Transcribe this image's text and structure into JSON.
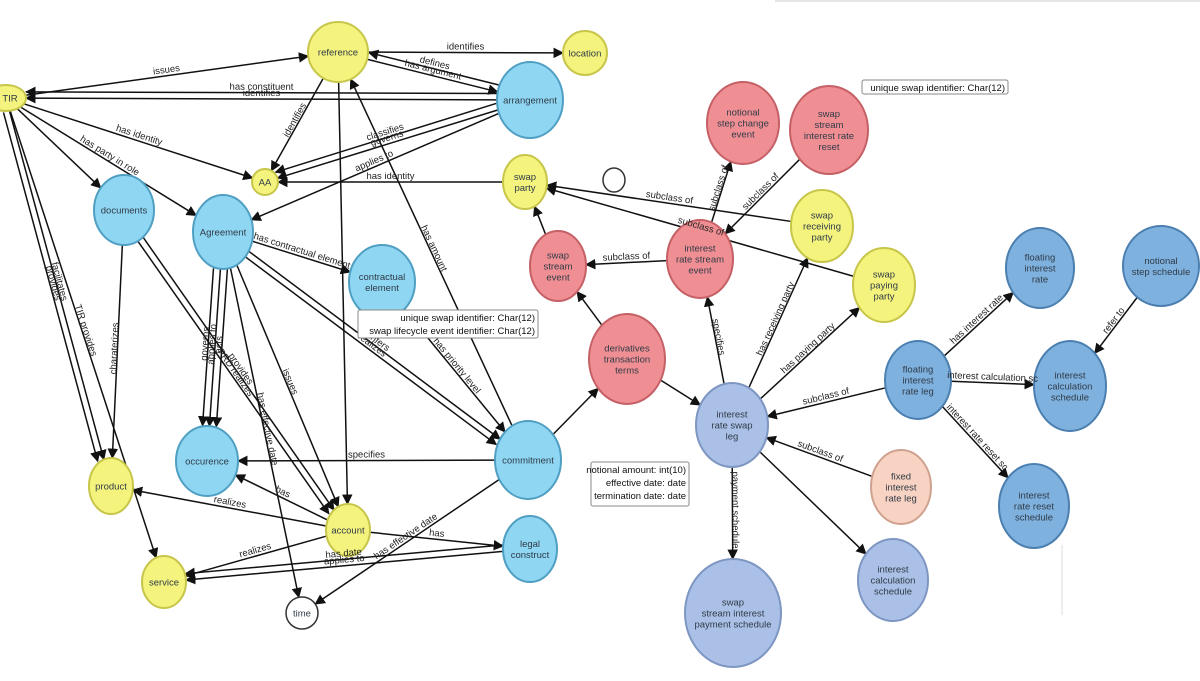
{
  "colors": {
    "yellow": "#f4f37e",
    "cyan": "#8fd6f2",
    "pink": "#f08f93",
    "blue": "#7fb1df",
    "lavender": "#aac0e6",
    "peach": "#f8d2c2",
    "white": "#ffffff",
    "stroke_yellow": "#c7c64a",
    "stroke_cyan": "#4f9fc3",
    "stroke_pink": "#c46066",
    "stroke_blue": "#4b7fb0",
    "stroke_lavender": "#7e96c2",
    "stroke_peach": "#cfa18f",
    "stroke_white": "#333333"
  },
  "nodes": [
    {
      "id": "tir",
      "lines": [
        "TIR"
      ],
      "color": "yellow"
    },
    {
      "id": "reference",
      "lines": [
        "reference"
      ],
      "color": "yellow"
    },
    {
      "id": "location",
      "lines": [
        "location"
      ],
      "color": "yellow"
    },
    {
      "id": "arrangement",
      "lines": [
        "arrangement"
      ],
      "color": "cyan"
    },
    {
      "id": "aa",
      "lines": [
        "AA"
      ],
      "color": "yellow"
    },
    {
      "id": "documents",
      "lines": [
        "documents"
      ],
      "color": "cyan"
    },
    {
      "id": "agreement",
      "lines": [
        "Agreement"
      ],
      "color": "cyan"
    },
    {
      "id": "contractual_element",
      "lines": [
        "contractual",
        "element"
      ],
      "color": "cyan"
    },
    {
      "id": "swap_party",
      "lines": [
        "swap",
        "party"
      ],
      "color": "yellow"
    },
    {
      "id": "small_circle",
      "lines": [],
      "color": "white"
    },
    {
      "id": "notional_step_change_event",
      "lines": [
        "notional",
        "step change",
        "event"
      ],
      "color": "pink"
    },
    {
      "id": "swap_stream_interest_rate_reset",
      "lines": [
        "swap",
        "stream",
        "interest rate",
        "reset"
      ],
      "color": "pink"
    },
    {
      "id": "swap_receiving_party",
      "lines": [
        "swap",
        "receiving",
        "party"
      ],
      "color": "yellow"
    },
    {
      "id": "swap_paying_party",
      "lines": [
        "swap",
        "paying",
        "party"
      ],
      "color": "yellow"
    },
    {
      "id": "swap_stream_event",
      "lines": [
        "swap",
        "stream",
        "event"
      ],
      "color": "pink"
    },
    {
      "id": "interest_rate_stream_event",
      "lines": [
        "interest",
        "rate stream",
        "event"
      ],
      "color": "pink"
    },
    {
      "id": "derivatives_transaction_terms",
      "lines": [
        "derivatives",
        "transaction",
        "terms"
      ],
      "color": "pink"
    },
    {
      "id": "interest_rate_swap_leg",
      "lines": [
        "interest",
        "rate swap",
        "leg"
      ],
      "color": "lavender"
    },
    {
      "id": "floating_interest_rate",
      "lines": [
        "floating",
        "interest",
        "rate"
      ],
      "color": "blue"
    },
    {
      "id": "notional_step_schedule",
      "lines": [
        "notional",
        "step schedule"
      ],
      "color": "blue"
    },
    {
      "id": "floating_interest_rate_leg",
      "lines": [
        "floating",
        "interest",
        "rate leg"
      ],
      "color": "blue"
    },
    {
      "id": "interest_calculation_schedule_r",
      "lines": [
        "interest",
        "calculation",
        "schedule"
      ],
      "color": "blue"
    },
    {
      "id": "interest_rate_reset_schedule",
      "lines": [
        "interest",
        "rate reset",
        "schedule"
      ],
      "color": "blue"
    },
    {
      "id": "fixed_interest_rate_leg",
      "lines": [
        "fixed",
        "interest",
        "rate leg"
      ],
      "color": "peach"
    },
    {
      "id": "interest_calculation_schedule_b",
      "lines": [
        "interest",
        "calculation",
        "schedule"
      ],
      "color": "lavender"
    },
    {
      "id": "swap_stream_interest_payment_schedule",
      "lines": [
        "swap",
        "stream interest",
        "payment schedule"
      ],
      "color": "lavender"
    },
    {
      "id": "product",
      "lines": [
        "product"
      ],
      "color": "yellow"
    },
    {
      "id": "occurence",
      "lines": [
        "occurence"
      ],
      "color": "cyan"
    },
    {
      "id": "commitment",
      "lines": [
        "commitment"
      ],
      "color": "cyan"
    },
    {
      "id": "account",
      "lines": [
        "account"
      ],
      "color": "yellow"
    },
    {
      "id": "legal_construct",
      "lines": [
        "legal",
        "construct"
      ],
      "color": "cyan"
    },
    {
      "id": "service",
      "lines": [
        "service"
      ],
      "color": "yellow"
    },
    {
      "id": "time",
      "lines": [
        "time"
      ],
      "color": "white"
    }
  ],
  "edges": [
    {
      "from": "tir",
      "to": "reference",
      "label": "issues"
    },
    {
      "from": "arrangement",
      "to": "tir",
      "label": "identifies"
    },
    {
      "from": "reference",
      "to": "location",
      "label": "identifies"
    },
    {
      "from": "reference",
      "to": "arrangement",
      "label": "has argument"
    },
    {
      "from": "arrangement",
      "to": "reference",
      "label": "defines"
    },
    {
      "from": "arrangement",
      "to": "tir",
      "label": "has constituent"
    },
    {
      "from": "tir",
      "to": "aa",
      "label": "has identity"
    },
    {
      "from": "tir",
      "to": "agreement",
      "label": "has party in role"
    },
    {
      "from": "reference",
      "to": "aa",
      "label": "identifies"
    },
    {
      "from": "arrangement",
      "to": "aa",
      "label": "governs"
    },
    {
      "from": "arrangement",
      "to": "aa",
      "label": "classifies"
    },
    {
      "from": "arrangement",
      "to": "agreement",
      "label": "applies to"
    },
    {
      "from": "swap_party",
      "to": "aa",
      "label": "has identity"
    },
    {
      "from": "tir",
      "to": "documents",
      "label": ""
    },
    {
      "from": "tir",
      "to": "product",
      "label": "facilitates"
    },
    {
      "from": "tir",
      "to": "product",
      "label": "provides"
    },
    {
      "from": "tir",
      "to": "service",
      "label": "TIR provides"
    },
    {
      "from": "documents",
      "to": "product",
      "label": "charaterizes"
    },
    {
      "from": "documents",
      "to": "account",
      "label": "provides"
    },
    {
      "from": "documents",
      "to": "account",
      "label": "PRD realizes"
    },
    {
      "from": "agreement",
      "to": "contractual_element",
      "label": "has contractual element"
    },
    {
      "from": "agreement",
      "to": "occurence",
      "label": "applies to"
    },
    {
      "from": "agreement",
      "to": "occurence",
      "label": "governs"
    },
    {
      "from": "agreement",
      "to": "occurence",
      "label": "acts"
    },
    {
      "from": "agreement",
      "to": "account",
      "label": "issues"
    },
    {
      "from": "agreement",
      "to": "time",
      "label": "has effective date"
    },
    {
      "from": "agreement",
      "to": "commitment",
      "label": "confers"
    },
    {
      "from": "agreement",
      "to": "commitment",
      "label": "realizes"
    },
    {
      "from": "contractual_element",
      "to": "commitment",
      "label": "has priority level"
    },
    {
      "from": "reference",
      "to": "account",
      "label": ""
    },
    {
      "from": "commitment",
      "to": "reference",
      "label": "has amount"
    },
    {
      "from": "commitment",
      "to": "occurence",
      "label": "specifies"
    },
    {
      "from": "account",
      "to": "product",
      "label": "realizes"
    },
    {
      "from": "account",
      "to": "occurence",
      "label": "has"
    },
    {
      "from": "account",
      "to": "legal_construct",
      "label": "has"
    },
    {
      "from": "account",
      "to": "service",
      "label": "realizes"
    },
    {
      "from": "commitment",
      "to": "time",
      "label": "has effective date"
    },
    {
      "from": "legal_construct",
      "to": "service",
      "label": "applies to"
    },
    {
      "from": "legal_construct",
      "to": "service",
      "label": "has date"
    },
    {
      "from": "commitment",
      "to": "derivatives_transaction_terms",
      "label": ""
    },
    {
      "from": "swap_stream_event",
      "to": "swap_party",
      "label": ""
    },
    {
      "from": "derivatives_transaction_terms",
      "to": "swap_stream_event",
      "label": ""
    },
    {
      "from": "derivatives_transaction_terms",
      "to": "interest_rate_swap_leg",
      "label": ""
    },
    {
      "from": "interest_rate_stream_event",
      "to": "swap_stream_event",
      "label": "subclass of"
    },
    {
      "from": "interest_rate_stream_event",
      "to": "notional_step_change_event",
      "label": "subclass of"
    },
    {
      "from": "swap_stream_interest_rate_reset",
      "to": "interest_rate_stream_event",
      "label": "subclass of"
    },
    {
      "from": "swap_receiving_party",
      "to": "swap_party",
      "label": "subclass of"
    },
    {
      "from": "swap_paying_party",
      "to": "swap_party",
      "label": "subclass of"
    },
    {
      "from": "interest_rate_swap_leg",
      "to": "interest_rate_stream_event",
      "label": "specifies"
    },
    {
      "from": "interest_rate_swap_leg",
      "to": "swap_receiving_party",
      "label": "has receiving party"
    },
    {
      "from": "interest_rate_swap_leg",
      "to": "swap_paying_party",
      "label": "has paying party"
    },
    {
      "from": "floating_interest_rate_leg",
      "to": "interest_rate_swap_leg",
      "label": "subclass of"
    },
    {
      "from": "fixed_interest_rate_leg",
      "to": "interest_rate_swap_leg",
      "label": "subclass of"
    },
    {
      "from": "floating_interest_rate_leg",
      "to": "floating_interest_rate",
      "label": "has interest rate"
    },
    {
      "from": "floating_interest_rate_leg",
      "to": "interest_calculation_schedule_r",
      "label": "interest calculation sc"
    },
    {
      "from": "floating_interest_rate_leg",
      "to": "interest_rate_reset_schedule",
      "label": "interest rate reset sc"
    },
    {
      "from": "notional_step_schedule",
      "to": "interest_calculation_schedule_r",
      "label": "refer to"
    },
    {
      "from": "interest_rate_swap_leg",
      "to": "interest_calculation_schedule_b",
      "label": ""
    },
    {
      "from": "interest_rate_swap_leg",
      "to": "swap_stream_interest_payment_schedule",
      "label": "payment schedule"
    }
  ],
  "notes": [
    {
      "id": "note_swap_id",
      "lines": [
        "unique swap identifier: Char(12)"
      ]
    },
    {
      "id": "note_contract",
      "lines": [
        "unique swap identifier: Char(12)",
        "swap lifecycle event identifier: Char(12)"
      ]
    },
    {
      "id": "note_leg",
      "lines": [
        "notional amount: int(10)",
        "effective date: date",
        "termination date: date"
      ]
    }
  ]
}
